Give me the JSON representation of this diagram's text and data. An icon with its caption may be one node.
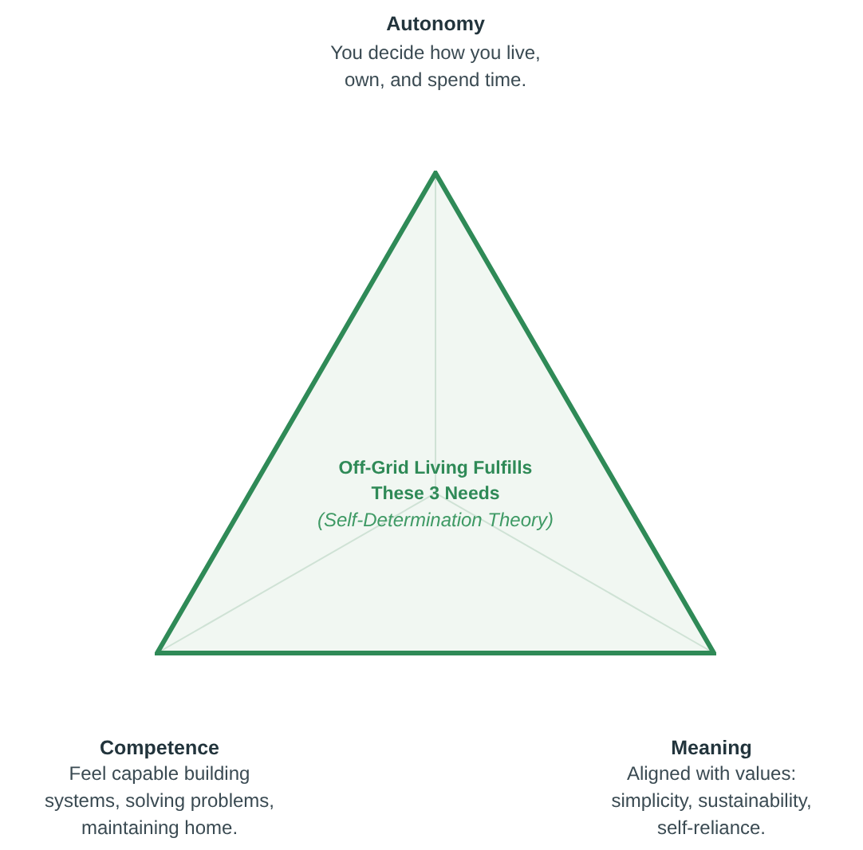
{
  "diagram": {
    "nodes": [
      {
        "text": [
          "Off-Grid Living Fulfills These 3 Needs",
          "(Self-Determination Theory)"
        ]
      }
    ],
    "labels": [
      "Autonomy",
      "You decide how you live, own, and spend time.",
      "Competence",
      "Feel capable building systems, solving problems, maintaining home.",
      "Meaning",
      "Aligned with values: simplicity, sustainability, self-reliance."
    ]
  }
}
